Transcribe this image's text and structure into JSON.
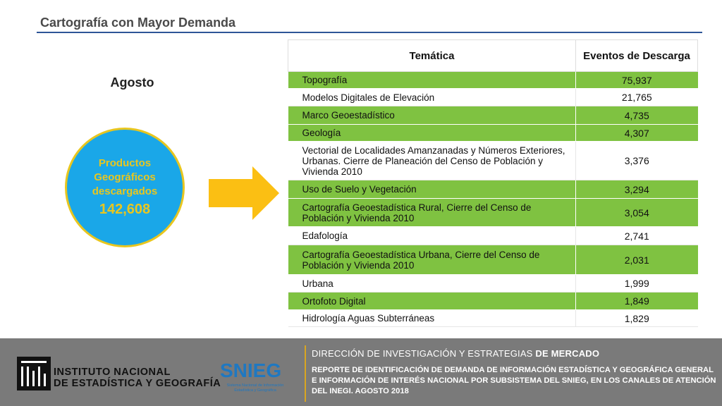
{
  "slide": {
    "title": "Cartografía con Mayor Demanda",
    "month": "Agosto"
  },
  "summary": {
    "label": "Productos Geográficos descargados",
    "total": "142,608"
  },
  "table": {
    "header_topic": "Temática",
    "header_events": "Eventos de Descarga",
    "rows": [
      {
        "topic": "Topografía",
        "events": "75,937"
      },
      {
        "topic": "Modelos Digitales de Elevación",
        "events": "21,765"
      },
      {
        "topic": "Marco Geoestadístico",
        "events": "4,735"
      },
      {
        "topic": "Geología",
        "events": "4,307"
      },
      {
        "topic": "Vectorial de Localidades Amanzanadas y Números Exteriores, Urbanas. Cierre de Planeación del Censo de Población y Vivienda 2010",
        "events": "3,376"
      },
      {
        "topic": "Uso de Suelo y Vegetación",
        "events": "3,294"
      },
      {
        "topic": "Cartografía Geoestadística Rural, Cierre del Censo de Población y Vivienda 2010",
        "events": "3,054"
      },
      {
        "topic": "Edafología",
        "events": "2,741"
      },
      {
        "topic": "Cartografía Geoestadística Urbana, Cierre del Censo de Población y Vivienda 2010",
        "events": "2,031"
      },
      {
        "topic": "Urbana",
        "events": "1,999"
      },
      {
        "topic": "Ortofoto Digital",
        "events": "1,849"
      },
      {
        "topic": "Hidrología Aguas Subterráneas",
        "events": "1,829"
      }
    ]
  },
  "footer": {
    "inegi_line1": "INSTITUTO NACIONAL",
    "inegi_line2": "DE ESTADÍSTICA Y GEOGRAFÍA",
    "snieg": "SNIEG",
    "snieg_sub": "Sistema Nacional de Información Estadística y Geográfica",
    "direction_regular": "DIRECCIÓN DE INVESTIGACIÓN Y ESTRATEGIAS ",
    "direction_bold": "DE MERCADO",
    "report": "REPORTE DE IDENTIFICACIÓN DE DEMANDA DE INFORMACIÓN ESTADÍSTICA Y GEOGRÁFICA GENERAL E INFORMACIÓN DE INTERÉS NACIONAL POR SUBSISTEMA DEL SNIEG, EN LOS CANALES DE ATENCIÓN DEL INEGI. AGOSTO 2018"
  },
  "colors": {
    "green_row": "#7fc241",
    "circle_fill": "#1aa7e8",
    "circle_border": "#e8c61f",
    "arrow": "#fbbf13",
    "footer_bg": "#7a7a7a",
    "title_rule": "#2e5597"
  }
}
